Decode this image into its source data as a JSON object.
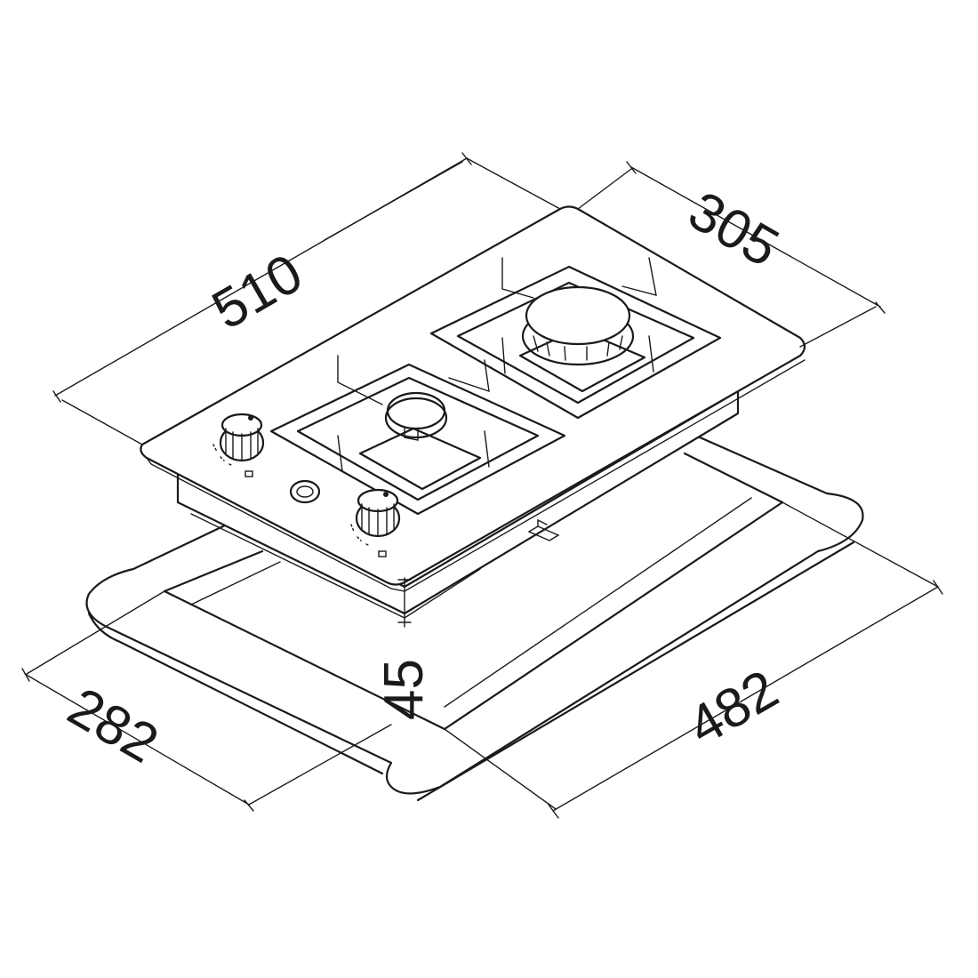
{
  "diagram": {
    "colors": {
      "line": "#1a1a1a",
      "background": "#ffffff"
    },
    "dimensions": {
      "length": "510",
      "depth": "305",
      "cutout_depth": "282",
      "cutout_length": "482",
      "height": "45"
    },
    "components": {
      "burners": [
        "small-burner",
        "large-burner"
      ],
      "knobs": [
        "knob-left",
        "knob-right"
      ],
      "ignition": "ignition-button"
    }
  }
}
